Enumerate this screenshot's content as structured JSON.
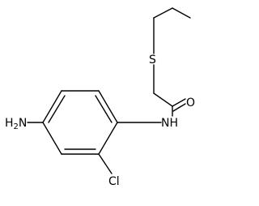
{
  "molecule": {
    "atoms": {
      "sulfur": "S",
      "amide_nitrogen": "NH",
      "carbonyl_oxygen": "O",
      "chlorine": "Cl",
      "amine": {
        "element": "H",
        "count": "2",
        "suffix": "N"
      }
    },
    "colors": {
      "bond": "#000000",
      "label": "#000000",
      "background": "#ffffff"
    }
  }
}
